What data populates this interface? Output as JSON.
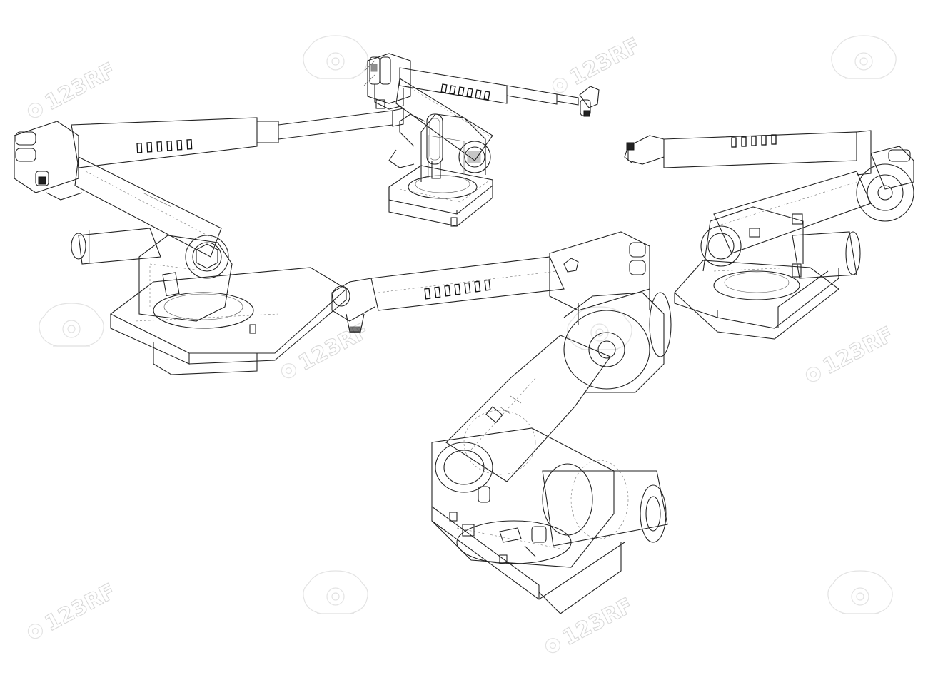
{
  "watermark": {
    "text": "123RF",
    "color": "#d9d9d9"
  },
  "robots": [
    {
      "id": "top-center"
    },
    {
      "id": "left"
    },
    {
      "id": "right"
    },
    {
      "id": "center-front"
    }
  ]
}
